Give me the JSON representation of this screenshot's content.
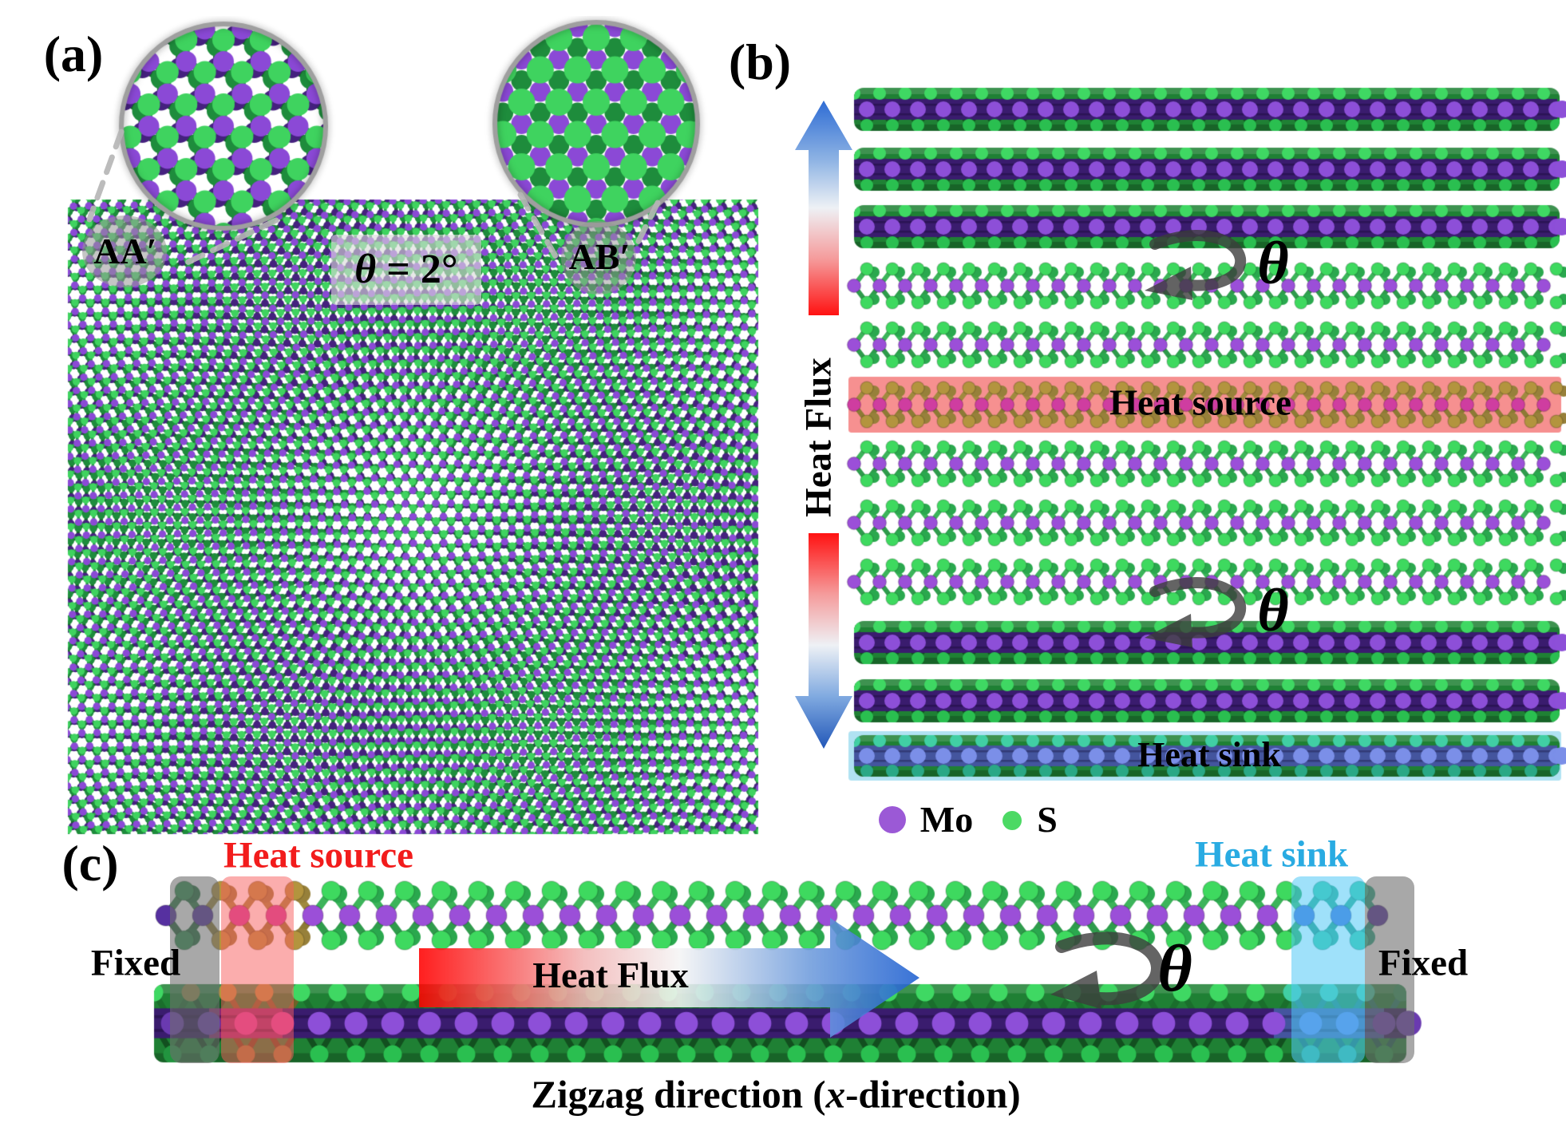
{
  "figure": {
    "panel_a": {
      "label": "(a)",
      "stack_aa": "AA′",
      "twist_theta": "θ",
      "twist_eq": " = 2°",
      "stack_ab": "AB′"
    },
    "panel_b": {
      "label": "(b)",
      "heat_flux": "Heat Flux",
      "heat_source": "Heat source",
      "heat_sink": "Heat sink",
      "theta_top": "θ",
      "theta_bottom": "θ",
      "legend": {
        "mo": "Mo",
        "s": "S"
      }
    },
    "panel_c": {
      "label": "(c)",
      "heat_source": "Heat source",
      "heat_sink": "Heat sink",
      "fixed_left": "Fixed",
      "fixed_right": "Fixed",
      "heat_flux": "Heat Flux",
      "theta": "θ",
      "caption_pre": "Zigzag direction (",
      "caption_x": "x",
      "caption_post": "-direction)"
    }
  },
  "colors": {
    "mo_light": "#8b49d6",
    "s_light": "#3fd35f",
    "bond_light": "#2aa24c",
    "mo_dark": "#45217e",
    "s_dark": "#1e8c3c",
    "bond_dark": "#17672c",
    "heat_source_band": "#f69090",
    "heat_sink_band": "#b0e2f2",
    "source_mo": "#cf3da0",
    "source_s": "#b3943e",
    "source_bond": "#a08a3e",
    "sink_mo": "#4668d8",
    "sink_s": "#38c9a0",
    "sink_bond": "#2aa886",
    "heat_source_text": "#f21c1c",
    "heat_sink_text": "#29abe2",
    "arrow_red": "#ff1212",
    "arrow_blue": "#2e6cd4",
    "theta_arrow": "#3d3d3d",
    "fixed_box": "rgba(110,110,110,0.60)",
    "source_box": "rgba(248,92,92,0.50)",
    "sink_box": "rgba(80,200,245,0.55)",
    "legend_mo_dot": "#9b59d6",
    "legend_s_dot": "#4cd964"
  }
}
